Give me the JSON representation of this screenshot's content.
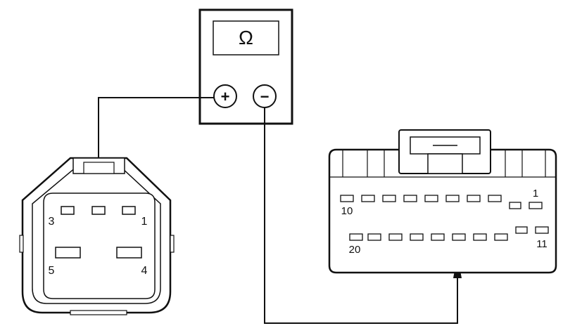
{
  "meter": {
    "display_symbol": "Ω",
    "positive_terminal": "+",
    "negative_terminal": "−"
  },
  "left_connector": {
    "pin_labels": {
      "p3": "3",
      "p1": "1",
      "p5": "5",
      "p4": "4"
    }
  },
  "right_connector": {
    "pin_labels": {
      "p10": "10",
      "p1": "1",
      "p20": "20",
      "p11": "11"
    }
  },
  "colors": {
    "line": "#111111",
    "background": "#ffffff"
  }
}
